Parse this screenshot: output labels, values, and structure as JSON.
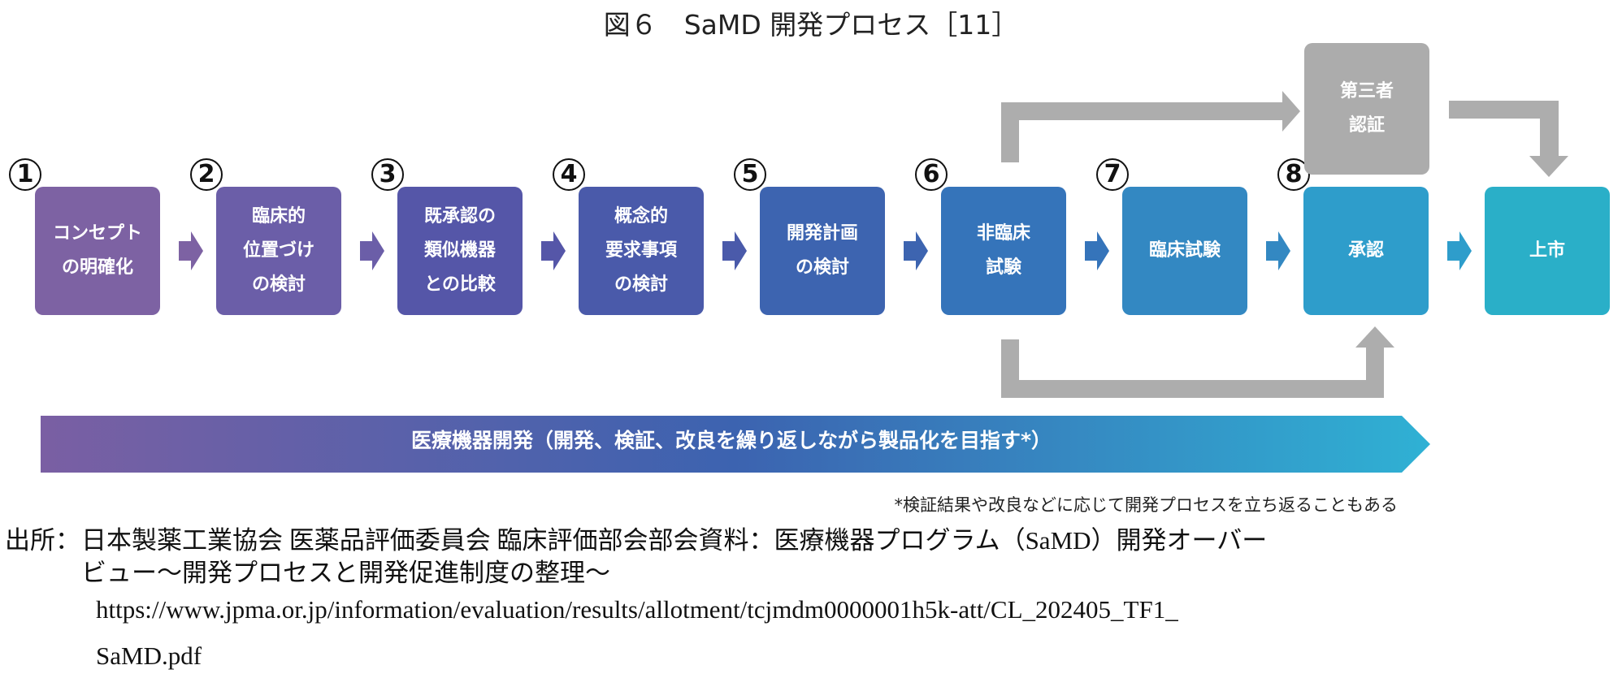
{
  "title": "図６　SaMD 開発プロセス［11］",
  "steps": [
    {
      "num": "1",
      "label": "コンセプト\nの明確化",
      "color": "#7d62a3"
    },
    {
      "num": "2",
      "label": "臨床的\n位置づけ\nの検討",
      "color": "#6b5ea8"
    },
    {
      "num": "3",
      "label": "既承認の\n類似機器\nとの比較",
      "color": "#5556a8"
    },
    {
      "num": "4",
      "label": "概念的\n要求事項\nの検討",
      "color": "#4a5aaa"
    },
    {
      "num": "5",
      "label": "開発計画\nの検討",
      "color": "#3d64b0"
    },
    {
      "num": "6",
      "label": "非臨床\n試験",
      "color": "#3574ba"
    },
    {
      "num": "7",
      "label": "臨床試験",
      "color": "#3388c2"
    },
    {
      "num": "8",
      "label": "承認",
      "color": "#2e9dcb"
    },
    {
      "num": "",
      "label": "上市",
      "color": "#2aafc8"
    }
  ],
  "third_party": {
    "label": "第三者\n認証",
    "color": "#acacac"
  },
  "band": {
    "label": "医療機器開発（開発、検証、改良を繰り返しながら製品化を目指す*）",
    "color_start": "#7a5fa3",
    "color_end": "#2fb1d4"
  },
  "footnote": "*検証結果や改良などに応じて開発プロセスを立ち返ることもある",
  "source": {
    "prefix": "出所：",
    "line1": "日本製薬工業協会  医薬品評価委員会  臨床評価部会部会資料：医療機器プログラム（SaMD）開発オーバー",
    "line2": "ビュー～開発プロセスと開発促進制度の整理～",
    "line3": "https://www.jpma.or.jp/information/evaluation/results/allotment/tcjmdm0000001h5k-att/CL_202405_TF1_",
    "line4": "SaMD.pdf"
  }
}
